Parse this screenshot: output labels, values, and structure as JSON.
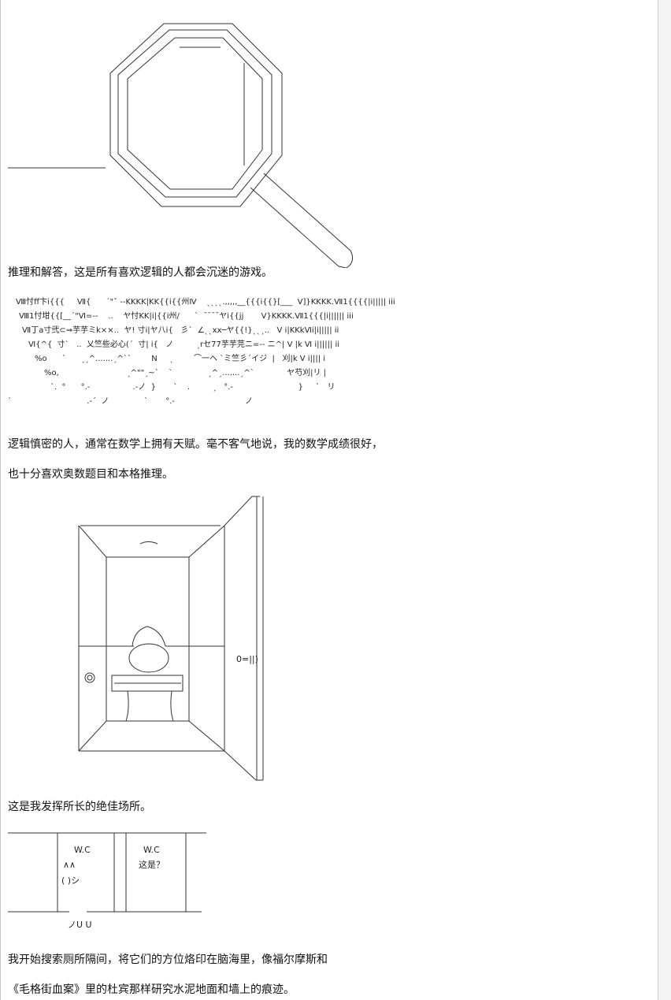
{
  "paragraphs": {
    "p1": "推理和解答，这是所有喜欢逻辑的人都会沉迷的游戏。",
    "p2": "逻辑慎密的人，通常在数学上拥有天赋。毫不客气地说，我的数学成绩很好，",
    "p3": "也十分喜欢奥数题目和本格推理。",
    "p4": "这是我发挥所长的绝佳场所。",
    "p5": "我开始搜索厕所隔间，将它们的方位烙印在脑海里，像福尔摩斯和",
    "p6": "《毛格街血案》里的杜宾那样研究水泥地面和墙上的痕迹。"
  },
  "ascii_art": {
    "face_line1": "Ⅷ忖ff卞i{{{     Ⅶ{      ˊ\"ˇ --KKKK|KK{{i{{州Ⅳ    ˎˎˎˎ.,,,,,__{{{i{{}[___  V]}KKKK.Ⅶ1{{{{|i||||| iii",
    "face_line2": "Ⅷ1忖坩{{[__ˊ\"Ⅵ=--    ..    ヤ忖KK|i|{{i州/      ˋ  ˉ¯¯¯ヤi{{jj       V}KKKK.Ⅶ1{{{|i|||||| iii",
    "face_line3": "Ⅶ丁a寸弐⊂⇒芋芋ミk××..  ヤ! 寸i|ヤ八i{   彡ˋ  ∠ˎˎxx─ヤ{{!}ˎˎˏ..   V i|KKkⅥi|i||||| ii",
    "face_line4": "Ⅵ{^{  寸ˋ   ..  乂竺些必心(ˊ  寸| i{   ノ         ˏrセ77芋芋芫ニ=-- ニ^| V |k Ⅵ i|||||| ii",
    "face_line5": "%o      ˋ      ˏˏ^.......ˏ^ˋˋ        N     ˎ        ⌒一へ ˋミ竺彡ˊイジ  |   刈|k V i|||| i",
    "face_line6": "%o,                           ˏ^\"\"ˏ~ˋ    ˋ              ˏ^ˏ.......ˏ^ˋ             ヤ芍刈|リ |",
    "face_line7": "ˋ.  °      °.-                 .-ノ  }       ˋ    .         ˏ   °.-                          }     ˋ   リ",
    "face_line8": "ˋ                              .-ˊ  ノ              ˋ       °.-                            ノ",
    "toilet_lid_handle": "0=||)",
    "wc_left": "W.C",
    "wc_right": "W.C",
    "wc_speech": "这是？",
    "wc_face_line1": "∧∧",
    "wc_face_line2": "(        )シ",
    "wc_feet": "ノU U"
  },
  "icons": {
    "magnifier": "magnifying-glass-drawing",
    "stall": "toilet-stall-drawing",
    "wc": "wc-stalls-drawing"
  }
}
